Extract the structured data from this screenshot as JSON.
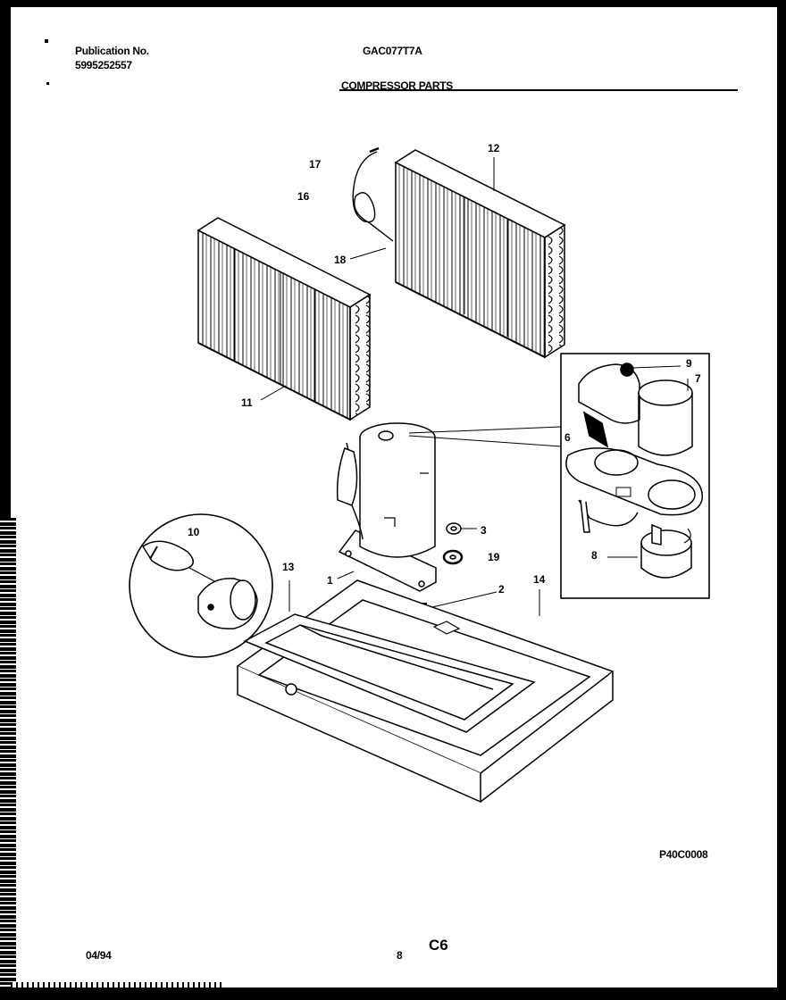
{
  "header": {
    "publication_label": "Publication No.",
    "publication_number": "5995252557",
    "model": "GAC077T7A",
    "section_title": "COMPRESSOR PARTS"
  },
  "callouts": {
    "c1": "1",
    "c2": "2",
    "c3": "3",
    "c6": "6",
    "c7": "7",
    "c8": "8",
    "c9": "9",
    "c10": "10",
    "c11": "11",
    "c12": "12",
    "c13": "13",
    "c14": "14",
    "c16": "16",
    "c17": "17",
    "c18": "18",
    "c19": "19"
  },
  "footer": {
    "drawing_code": "P40C0008",
    "date": "04/94",
    "page_number": "8",
    "page_code": "C6"
  }
}
